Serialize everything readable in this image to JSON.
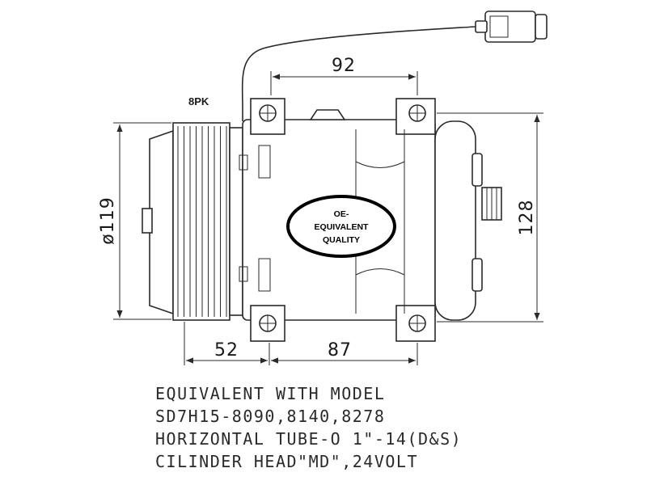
{
  "drawing": {
    "pulley_label": "8PK",
    "dimensions": {
      "top_width": "92",
      "pulley_diameter": "ø119",
      "body_height": "128",
      "pulley_offset": "52",
      "mount_spacing": "87"
    },
    "badge": {
      "line1": "OE-",
      "line2": "EQUIVALENT",
      "line3": "QUALITY"
    }
  },
  "spec_lines": [
    "EQUIVALENT WITH MODEL",
    "SD7H15-8090,8140,8278",
    "HORIZONTAL TUBE-O 1\"-14(D&S)",
    "CILINDER HEAD\"MD\",24VOLT"
  ]
}
